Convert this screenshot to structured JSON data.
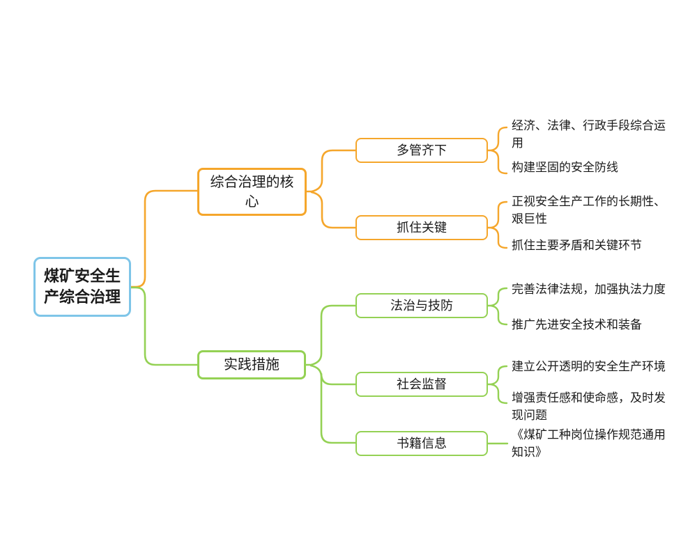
{
  "root": {
    "label": "煤矿安全生产综合治理"
  },
  "branches": [
    {
      "label": "综合治理的核心",
      "color": "#F5A62B",
      "children": [
        {
          "label": "多管齐下",
          "leaves": [
            "经济、法律、行政手段综合运用",
            "构建坚固的安全防线"
          ]
        },
        {
          "label": "抓住关键",
          "leaves": [
            "正视安全生产工作的长期性、艰巨性",
            "抓住主要矛盾和关键环节"
          ]
        }
      ]
    },
    {
      "label": "实践措施",
      "color": "#94D154",
      "children": [
        {
          "label": "法治与技防",
          "leaves": [
            "完善法律法规，加强执法力度",
            "推广先进安全技术和装备"
          ]
        },
        {
          "label": "社会监督",
          "leaves": [
            "建立公开透明的安全生产环境",
            "增强责任感和使命感，及时发现问题"
          ]
        },
        {
          "label": "书籍信息",
          "leaves": [
            "《煤矿工种岗位操作规范通用知识》"
          ]
        }
      ]
    }
  ],
  "colors": {
    "root_border": "#7EC5E8",
    "branch1_border": "#F5A62B",
    "branch2_border": "#94D154",
    "text": "#1a1a1a",
    "background": "#ffffff"
  }
}
